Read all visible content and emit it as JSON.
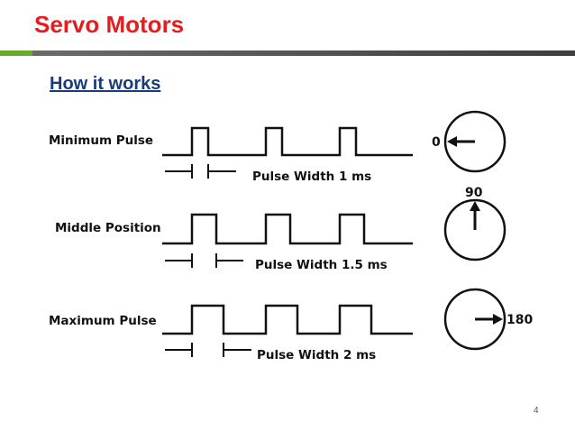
{
  "slide": {
    "title": "Servo Motors",
    "subtitle": "How it works",
    "page_number": "4"
  },
  "colors": {
    "title": "#e41e1e",
    "subtitle": "#1a3a7a",
    "accent_green": "#6aaa2a",
    "bar_grey": "#555555"
  },
  "diagram": {
    "rows": [
      {
        "label": "Minimum Pulse",
        "pulse_width_label": "Pulse Width 1 ms",
        "pulse_ms": 1,
        "angle_label": "0",
        "angle_deg": 0
      },
      {
        "label": "Middle Position",
        "pulse_width_label": "Pulse Width 1.5 ms",
        "pulse_ms": 1.5,
        "angle_label": "90",
        "angle_deg": 90
      },
      {
        "label": "Maximum Pulse",
        "pulse_width_label": "Pulse Width 2 ms",
        "pulse_ms": 2,
        "angle_label": "180",
        "angle_deg": 180
      }
    ]
  }
}
